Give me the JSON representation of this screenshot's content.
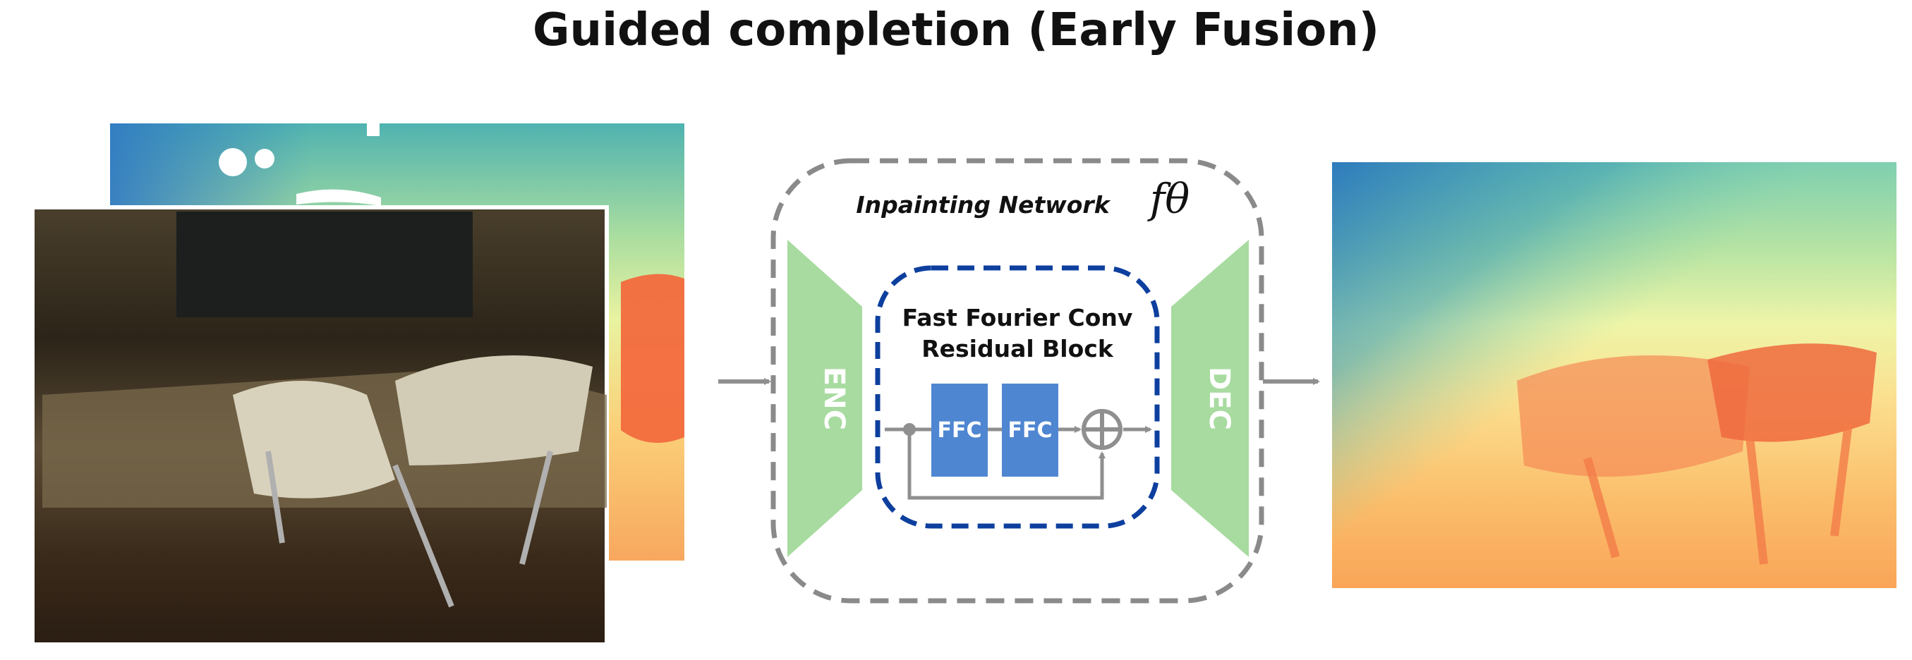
{
  "title": "Guided completion (Early Fusion)",
  "network": {
    "label": "Inpainting Network",
    "symbol": "fθ",
    "encoder_label": "ENC",
    "decoder_label": "DEC"
  },
  "residual_block": {
    "line1": "Fast Fourier Conv",
    "line2": "Residual Block",
    "ffc1": "FFC",
    "ffc2": "FFC"
  },
  "colors": {
    "dashed_outer": "#8a8a8a",
    "dashed_inner": "#0d3f9e",
    "encoder_decoder": "#a8dba0",
    "ffc": "#4f86d1",
    "arrows": "#8f8f8f"
  }
}
